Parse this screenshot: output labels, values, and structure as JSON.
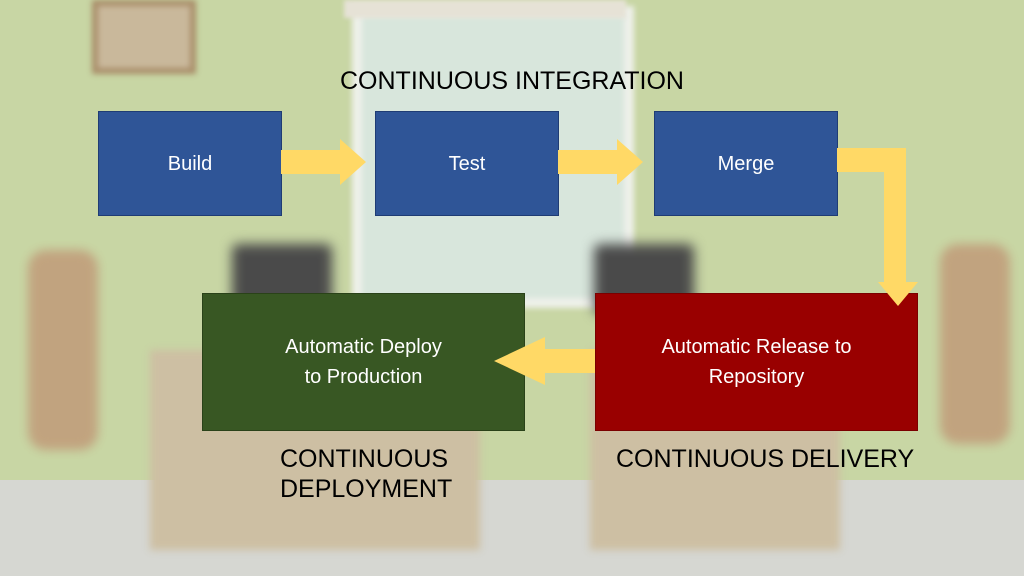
{
  "stages": {
    "integration": "CONTINUOUS INTEGRATION",
    "delivery": "CONTINUOUS DELIVERY",
    "deployment": [
      "CONTINUOUS",
      "DEPLOYMENT"
    ]
  },
  "steps": {
    "build": "Build",
    "test": "Test",
    "merge": "Merge",
    "release": [
      "Automatic Release to",
      "Repository"
    ],
    "deploy": [
      "Automatic Deploy",
      "to Production"
    ]
  },
  "colors": {
    "integration_box": "#2f5597",
    "delivery_box": "#990000",
    "deployment_box": "#385723",
    "arrow": "#ffd966"
  }
}
